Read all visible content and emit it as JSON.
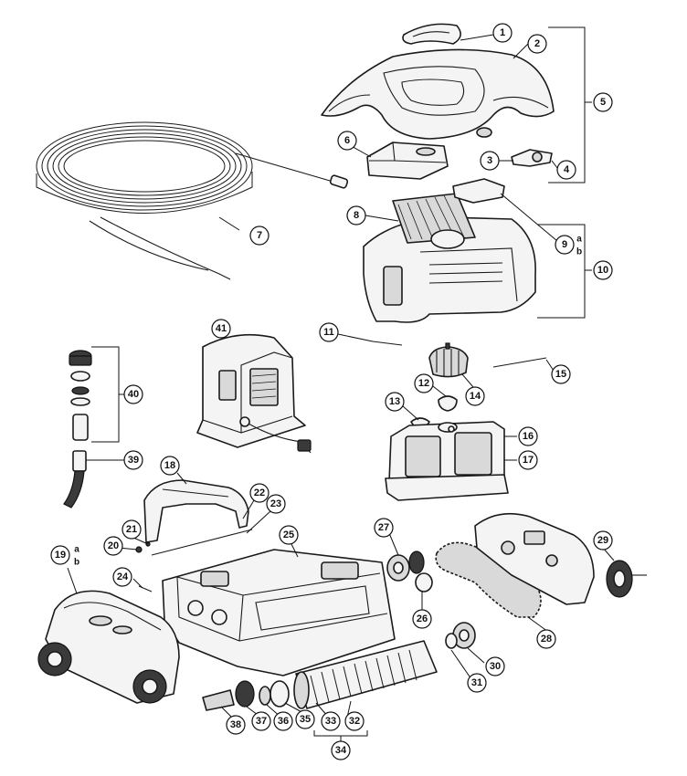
{
  "callouts": {
    "c1": "1",
    "c2": "2",
    "c3": "3",
    "c4": "4",
    "c5": "5",
    "c6": "6",
    "c7": "7",
    "c8": "8",
    "c9": "9",
    "c10": "10",
    "c11": "11",
    "c12": "12",
    "c13": "13",
    "c14": "14",
    "c15": "15",
    "c16": "16",
    "c17": "17",
    "c18": "18",
    "c19": "19",
    "c20": "20",
    "c21": "21",
    "c22": "22",
    "c23": "23",
    "c24": "24",
    "c25": "25",
    "c26": "26",
    "c27": "27",
    "c28": "28",
    "c29": "29",
    "c30": "30",
    "c31": "31",
    "c32": "32",
    "c33": "33",
    "c34": "34",
    "c35": "35",
    "c36": "36",
    "c37": "37",
    "c38": "38",
    "c39": "39",
    "c40": "40",
    "c41": "41"
  },
  "variants": {
    "v9a": "a",
    "v9b": "b",
    "v19a": "a",
    "v19b": "b"
  }
}
